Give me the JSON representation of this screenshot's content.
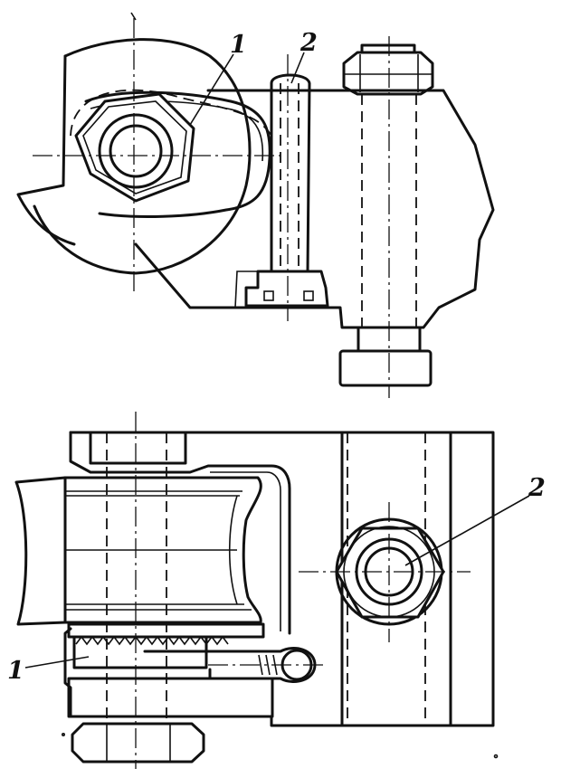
{
  "labels": {
    "top_part_1": "1",
    "top_part_2": "2",
    "bottom_part_1": "1",
    "bottom_part_2": "2"
  }
}
